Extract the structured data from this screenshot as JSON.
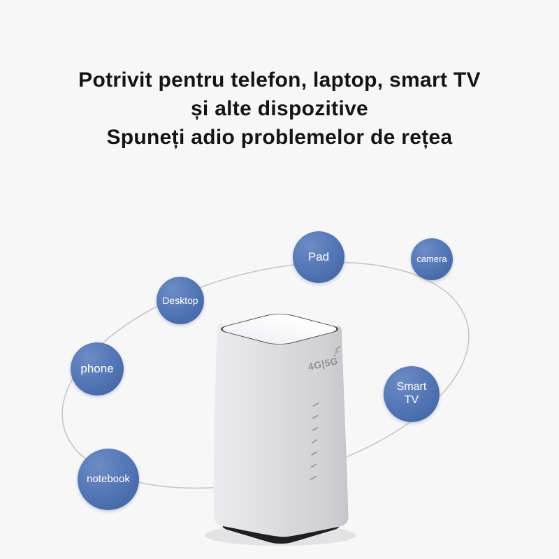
{
  "heading": {
    "lines": [
      "Potrivit pentru telefon, laptop, smart TV",
      "și alte dispozitive",
      "Spuneți adio problemelor de rețea"
    ]
  },
  "devices": [
    {
      "name": "pad",
      "label": "Pad"
    },
    {
      "name": "camera",
      "label": "camera"
    },
    {
      "name": "desktop",
      "label": "Desktop"
    },
    {
      "name": "phone",
      "label": "phone"
    },
    {
      "name": "smart-tv",
      "label": "Smart TV"
    },
    {
      "name": "notebook",
      "label": "notebook"
    }
  ],
  "router": {
    "logo_text": "4G|5G",
    "indicator_marks": 7
  },
  "icons": {
    "signal_icon": "signal-arcs above router logo"
  },
  "colors": {
    "background": "#f7f7f8",
    "heading_text": "#141414",
    "circle_blue": "#5578b6",
    "circle_blue_light": "#6e8cc5",
    "circle_blue_dark": "#42619e",
    "orbit_line": "#c6c6ca",
    "router_body": "#d9d9db",
    "router_top": "#fcfcfe",
    "router_base": "#1f1f22",
    "router_logo_gray": "#8f9096",
    "label_text": "#ffffff"
  }
}
